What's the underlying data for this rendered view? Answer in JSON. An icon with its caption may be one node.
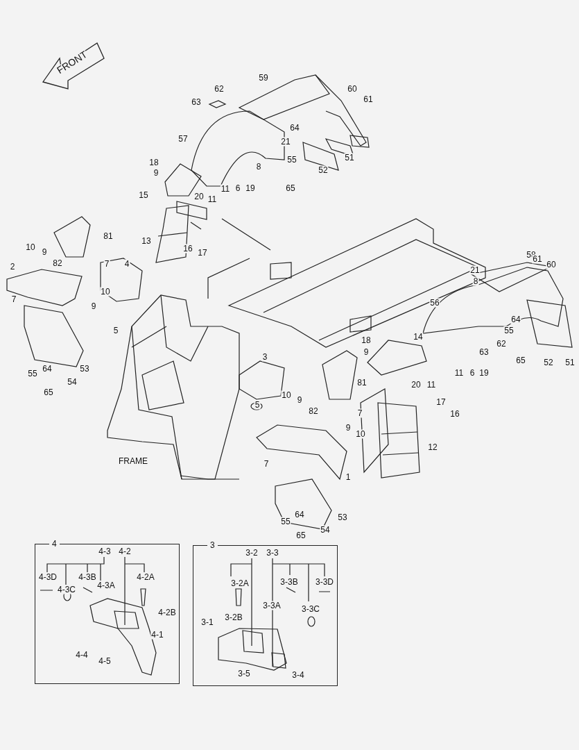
{
  "diagram": {
    "nodes": [
      {
        "text": [
          "4"
        ]
      },
      {
        "text": [
          "3"
        ]
      }
    ],
    "labels": [
      "FRONT",
      "59",
      "62",
      "60",
      "63",
      "61",
      "64",
      "57",
      "21",
      "55",
      "51",
      "52",
      "8",
      "18",
      "9",
      "11",
      "6",
      "19",
      "20",
      "11",
      "15",
      "65",
      "81",
      "13",
      "16",
      "17",
      "10",
      "9",
      "82",
      "7",
      "2",
      "4",
      "58",
      "61",
      "60",
      "21",
      "8",
      "10",
      "9",
      "7",
      "56",
      "5",
      "18",
      "14",
      "3",
      "64",
      "55",
      "62",
      "9",
      "63",
      "81",
      "65",
      "52",
      "51",
      "11",
      "6",
      "19",
      "20",
      "11",
      "55",
      "64",
      "53",
      "54",
      "65",
      "10",
      "9",
      "5",
      "82",
      "7",
      "17",
      "16",
      "9",
      "10",
      "12",
      "FRAME",
      "7",
      "1",
      "53",
      "64",
      "55",
      "54",
      "65",
      "4-3",
      "4-2",
      "4-3D",
      "4-3B",
      "4-2A",
      "4-3C",
      "4-3A",
      "4-2B",
      "4-1",
      "4-4",
      "4-5",
      "3-2",
      "3-3",
      "3-2A",
      "3-3B",
      "3-3D",
      "3-3A",
      "3-3C",
      "3-2B",
      "3-1",
      "3-5",
      "3-4"
    ]
  }
}
